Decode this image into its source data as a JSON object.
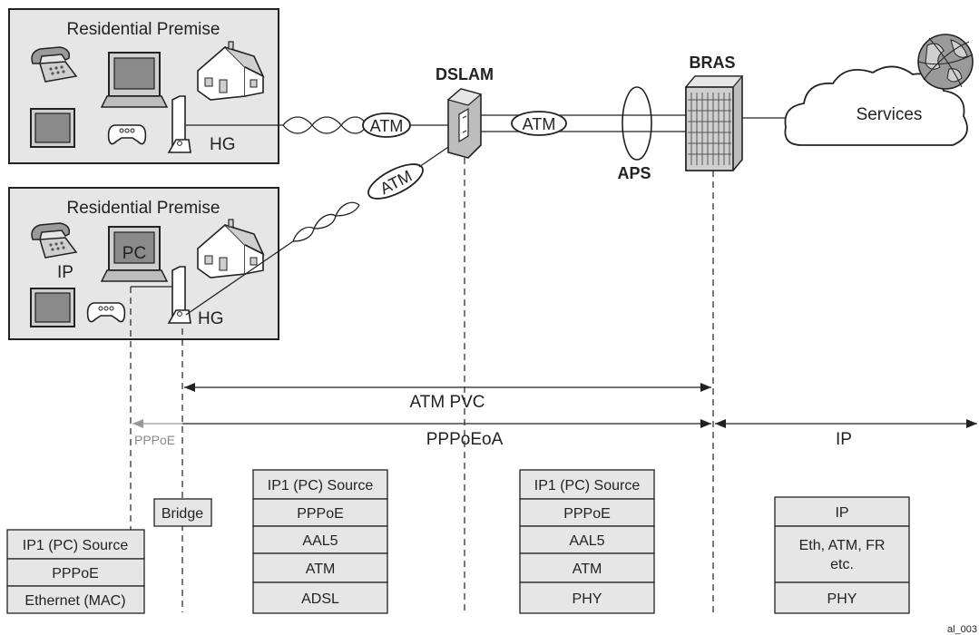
{
  "premises": [
    {
      "label": "Residential Premise",
      "hg_label": "HG"
    },
    {
      "label": "Residential Premise",
      "hg_label": "HG",
      "pc_label": "PC",
      "ip_label": "IP"
    }
  ],
  "network": {
    "dslam_label": "DSLAM",
    "bras_label": "BRAS",
    "aps_label": "APS",
    "services_label": "Services",
    "atm_links": [
      "ATM",
      "ATM",
      "ATM"
    ]
  },
  "spans": {
    "atm_pvc": "ATM PVC",
    "pppoeoa": "PPPoEoA",
    "pppoe": "PPPoE",
    "ip": "IP"
  },
  "stacks": {
    "host": [
      "IP1 (PC) Source",
      "PPPoE",
      "Ethernet (MAC)"
    ],
    "bridge": [
      "Bridge"
    ],
    "hg_wan": [
      "IP1 (PC) Source",
      "PPPoE",
      "AAL5",
      "ATM",
      "ADSL"
    ],
    "dslam": [
      "IP1 (PC) Source",
      "PPPoE",
      "AAL5",
      "ATM",
      "PHY"
    ],
    "network": [
      "IP",
      "Eth, ATM, FR etc.",
      "PHY"
    ]
  },
  "figure_id": "al_003"
}
